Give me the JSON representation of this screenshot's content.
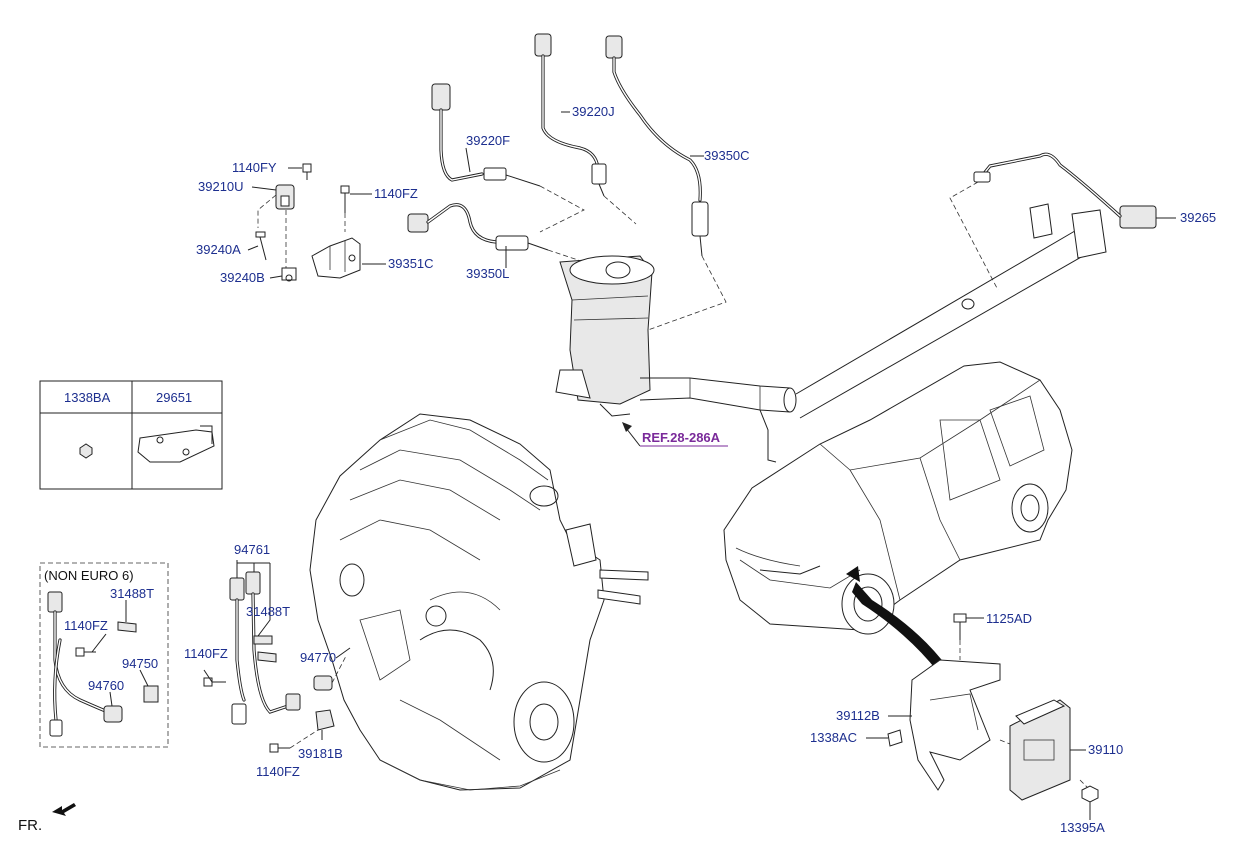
{
  "diagram": {
    "labels": {
      "p1140FY": "1140FY",
      "p39210U": "39210U",
      "p1140FZ_top": "1140FZ",
      "p39240A": "39240A",
      "p39240B": "39240B",
      "p39351C": "39351C",
      "p39220F": "39220F",
      "p39220J": "39220J",
      "p39350C": "39350C",
      "p39350L": "39350L",
      "p39265": "39265",
      "ref": "REF.28-286A",
      "p94761": "94761",
      "p31488T_mid": "31488T",
      "p1140FZ_mid": "1140FZ",
      "p94770": "94770",
      "p39181B": "39181B",
      "p1140FZ_bot": "1140FZ",
      "p1125AD": "1125AD",
      "p39112B": "39112B",
      "p1338AC": "1338AC",
      "p39110": "39110",
      "p13395A": "13395A",
      "fr": "FR."
    },
    "table": {
      "col1": "1338BA",
      "col2": "29651"
    },
    "non_euro": {
      "title": "(NON EURO 6)",
      "p31488T": "31488T",
      "p1140FZ": "1140FZ",
      "p94750": "94750",
      "p94760": "94760"
    }
  }
}
